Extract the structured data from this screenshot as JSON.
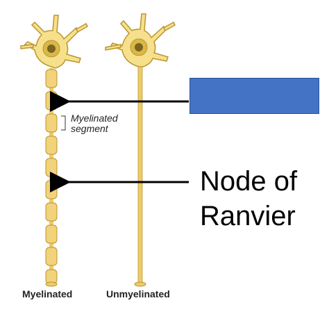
{
  "labels": {
    "myelinated": "Myelinated",
    "unmyelinated": "Unmyelinated",
    "segment_line1": "Myelinated",
    "segment_line2": "segment",
    "node_line1": "Node of",
    "node_line2": "Ranvier"
  },
  "colors": {
    "cell_fill": "#f7e08c",
    "cell_stroke": "#b9952f",
    "nucleus": "#7a6420",
    "axon": "#eccb6a",
    "myelin": "#f2d27a",
    "arrow": "#000000",
    "answer_box": "#4472c4"
  }
}
